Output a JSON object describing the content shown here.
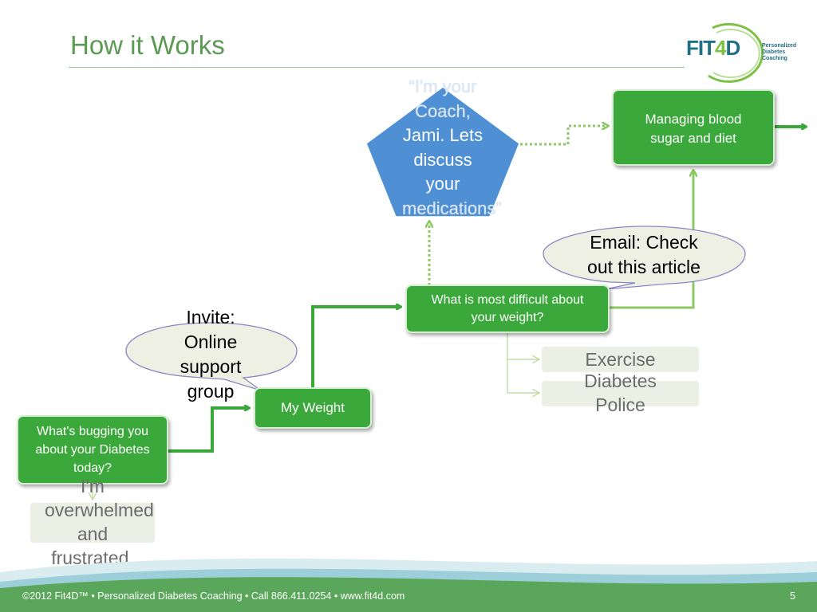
{
  "header": {
    "title": "How it Works",
    "logo": {
      "mark_prefix": "FIT",
      "mark_number": "4",
      "mark_suffix": "D",
      "tagline": [
        "Personalized",
        "Diabetes",
        "Coaching"
      ]
    }
  },
  "flow": {
    "start_box": "What's bugging you about your Diabetes today?",
    "start_chip": "I'm overwhelmed and frustrated.",
    "my_weight_box": "My Weight",
    "invite_bubble": "Invite: Online support group",
    "difficult_box": "What is most difficult about your weight?",
    "chip_exercise": "Exercise",
    "chip_diabetes_police": "Diabetes Police",
    "email_bubble": "Email: Check out this article",
    "coach_pentagon": {
      "top": "“I'm your Coach,",
      "middle": "Jami. Lets discuss your",
      "bottom": "medications”"
    },
    "managing_box": "Managing blood sugar and diet"
  },
  "footer": {
    "text": "©2012 Fit4D™  •  Personalized Diabetes Coaching  •  Call 866.411.0254  •  www.fit4d.com",
    "page_number": "5"
  },
  "colors": {
    "title": "#5b9a53",
    "box_green": "#3aa83a",
    "connector_green": "#3aa83a",
    "light_connector": "#9ccf73",
    "pentagon_blue": "#4f8fd3",
    "chip_bg": "#ecefe4",
    "footer_bg": "#5aa65a"
  }
}
